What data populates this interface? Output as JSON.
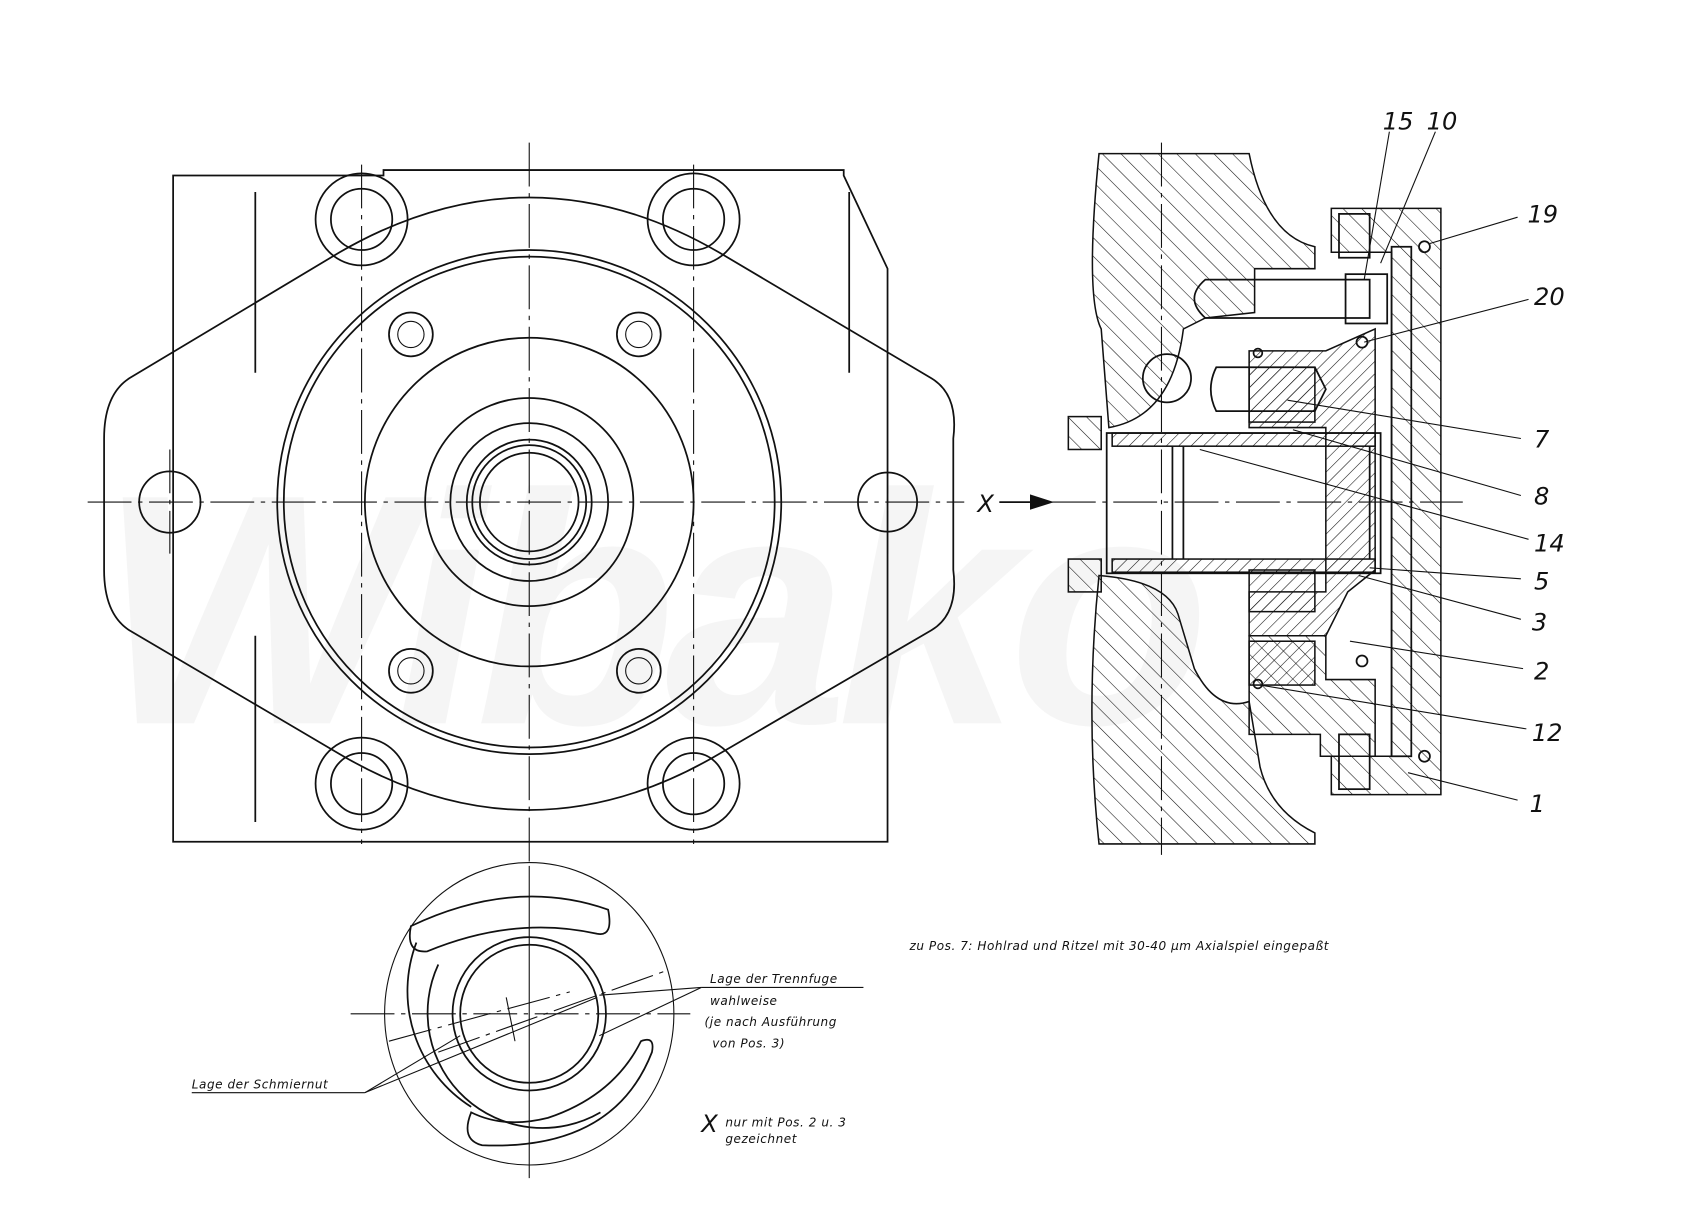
{
  "watermark": "Wibako",
  "view_marker": "X",
  "callouts": {
    "p15": "15",
    "p10": "10",
    "p19": "19",
    "p20": "20",
    "p7": "7",
    "p8": "8",
    "p14": "14",
    "p5": "5",
    "p3": "3",
    "p2": "2",
    "p12": "12",
    "p1": "1"
  },
  "notes": {
    "pos7": "zu Pos. 7: Hohlrad und Ritzel mit 30-40 µm Axialspiel eingepaßt",
    "trennfuge": "Lage der Trennfuge",
    "wahlweise": "wahlweise",
    "ausfuehrung": "(je nach Ausführung",
    "von_pos": "von Pos. 3)",
    "schmiernut": "Lage der Schmiernut",
    "x_marker": "X",
    "x_note_1": "nur mit Pos. 2 u. 3",
    "x_note_2": "gezeichnet"
  }
}
